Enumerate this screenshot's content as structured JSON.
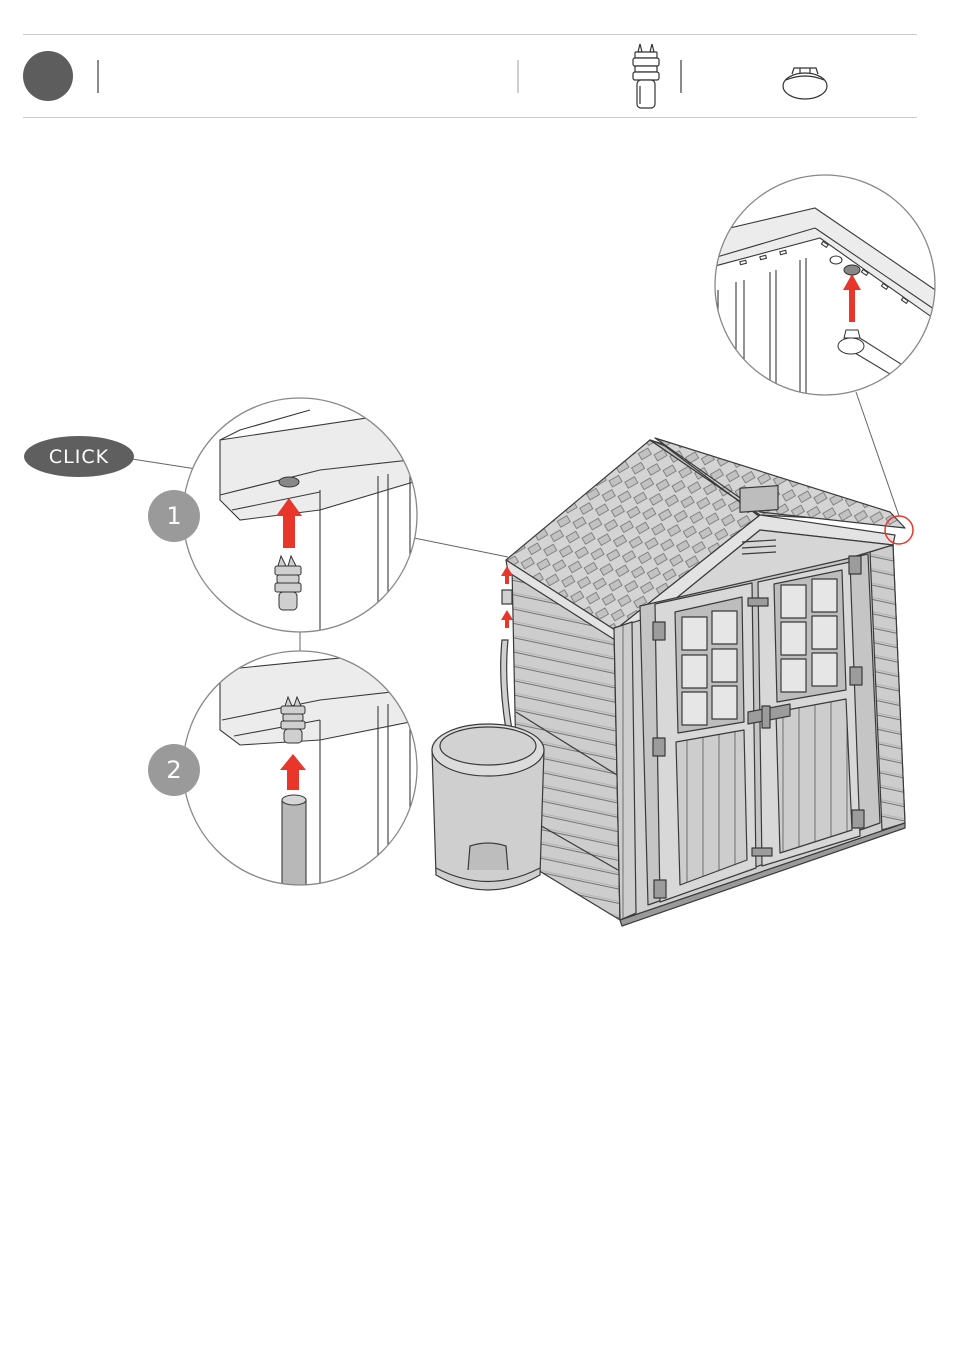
{
  "header": {
    "step_number": "",
    "step_title": "",
    "parts": [
      {
        "icon": "connector-plug-icon",
        "quantity": ""
      },
      {
        "icon": "round-cap-icon",
        "quantity": ""
      }
    ]
  },
  "callouts": {
    "click_label": "CLICK",
    "detail_1_number": "1",
    "detail_2_number": "2"
  },
  "colors": {
    "arrow": "#e8362b",
    "line": "#3a3a3a",
    "badge_dark": "#5f5f5f",
    "badge_light": "#9a9a9a",
    "highlight_circle": "#e8362b"
  }
}
